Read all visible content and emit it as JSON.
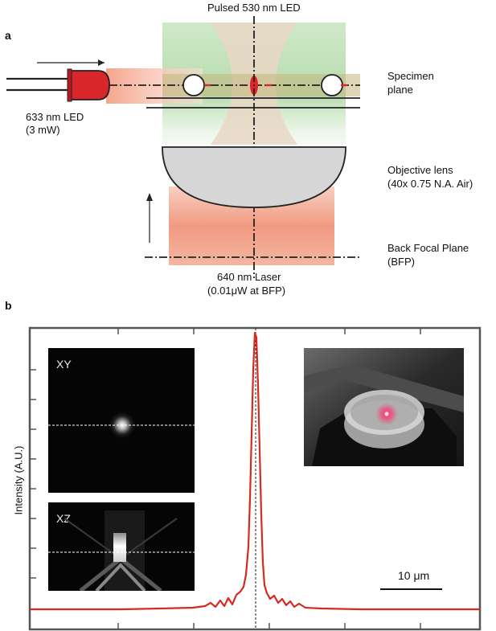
{
  "panel_a": {
    "letter": "a",
    "top_label": "Pulsed 530 nm LED",
    "led_label_line1": "633 nm LED",
    "led_label_line2": "(3 mW)",
    "specimen_line1": "Specimen",
    "specimen_line2": "plane",
    "objective_line1": "Objective lens",
    "objective_line2": "(40x 0.75 N.A. Air)",
    "bfp_line1": "Back Focal Plane",
    "bfp_line2": "(BFP)",
    "laser_line1": "640 nm Laser",
    "laser_line2": "(0.01μW at BFP)"
  },
  "panel_b": {
    "letter": "b",
    "ylabel": "Intensity (A.U.)",
    "inset_xy_label": "XY",
    "inset_xz_label": "XZ",
    "scalebar_label": "10 μm"
  },
  "colors": {
    "led_red": "#d9262a",
    "green_glow": "#a9d6a0",
    "red_glow": "#f08a74",
    "profile_red": "#d42a20",
    "frame": "#555555"
  }
}
